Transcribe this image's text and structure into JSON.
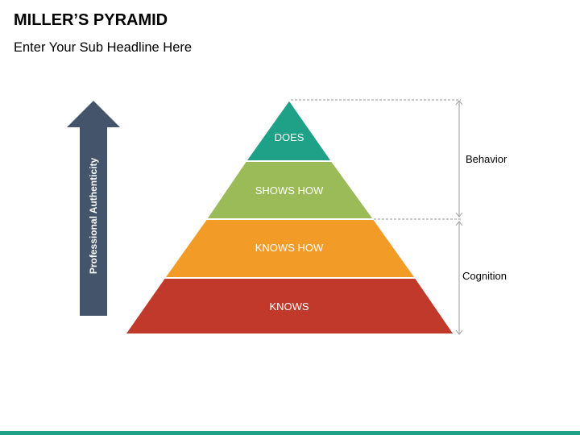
{
  "header": {
    "title": "MILLER’S PYRAMID",
    "subtitle": "Enter Your Sub Headline Here"
  },
  "axis": {
    "label": "Professional Authenticity",
    "color": "#44546a"
  },
  "pyramid": {
    "levels": [
      {
        "label": "DOES",
        "color": "#1fa187"
      },
      {
        "label": "SHOWS HOW",
        "color": "#9bbb59"
      },
      {
        "label": "KNOWS HOW",
        "color": "#f29c27"
      },
      {
        "label": "KNOWS",
        "color": "#c0392b"
      }
    ]
  },
  "groups": {
    "behavior": "Behavior",
    "cognition": "Cognition"
  },
  "footer": {
    "accent_color": "#1fa187"
  }
}
